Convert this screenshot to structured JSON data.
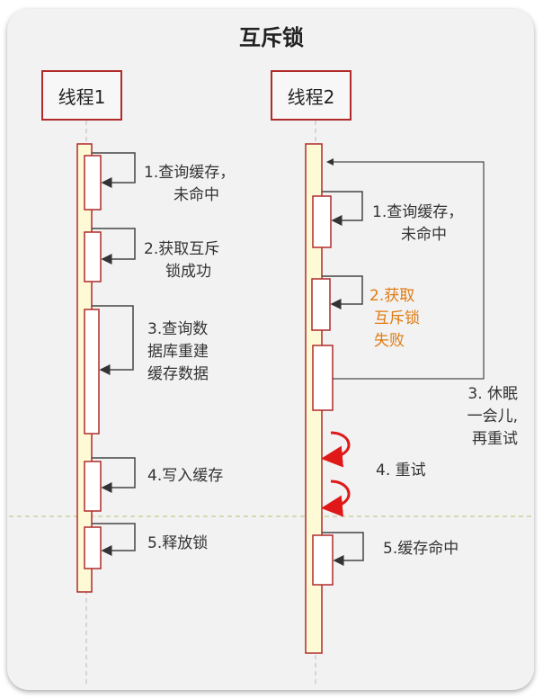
{
  "title": "互斥锁",
  "threads": [
    {
      "label": "线程1"
    },
    {
      "label": "线程2"
    }
  ],
  "thread1_steps": [
    {
      "line1": "1.查询缓存，",
      "line2": "未命中"
    },
    {
      "line1": "2.获取互斥",
      "line2": "锁成功"
    },
    {
      "line1": "3.查询数",
      "line2": "据库重建",
      "line3": "缓存数据"
    },
    {
      "line1": "4.写入缓存"
    },
    {
      "line1": "5.释放锁"
    }
  ],
  "thread2_steps": [
    {
      "line1": "1.查询缓存，",
      "line2": "未命中"
    },
    {
      "line1": "2.获取",
      "line2": "互斥锁",
      "line3": "失败"
    },
    {
      "line1": "3. 休眠",
      "line2": "一会儿,",
      "line3": "再重试"
    },
    {
      "line1": "4. 重试"
    },
    {
      "line1": "5.缓存命中"
    }
  ],
  "colors": {
    "activation_fill": "#fefad5",
    "box_border": "#b02a2a",
    "retry_arrow": "#e01818",
    "failure_text": "#e07a10",
    "separator": "#b8c070"
  }
}
